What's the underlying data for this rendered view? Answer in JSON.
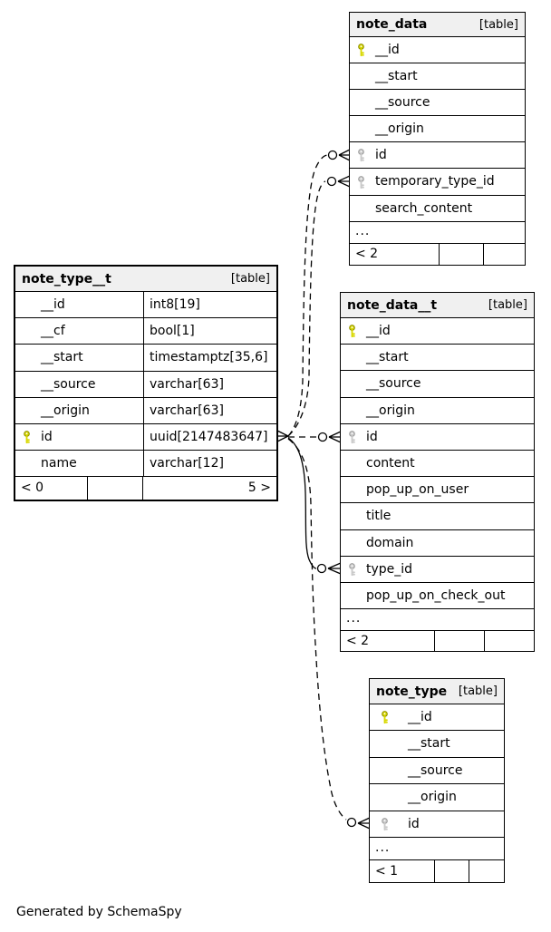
{
  "footer_note": "Generated by SchemaSpy",
  "colors": {
    "primary_key": "#d8d800",
    "primary_key_outline": "#8f8f00",
    "foreign_key": "#c9c9c9",
    "foreign_key_outline": "#9e9e9e",
    "header_bg": "#f0f0f0",
    "line": "#000000"
  },
  "tables": [
    {
      "name": "note_data",
      "badge": "[table]",
      "columns": [
        {
          "name": "__id",
          "key": "primary"
        },
        {
          "name": "__start",
          "key": "none"
        },
        {
          "name": "__source",
          "key": "none"
        },
        {
          "name": "__origin",
          "key": "none"
        },
        {
          "name": "id",
          "key": "foreign"
        },
        {
          "name": "temporary_type_id",
          "key": "foreign"
        },
        {
          "name": "search_content",
          "key": "none"
        }
      ],
      "truncated": "...",
      "footer": [
        "< 2",
        "",
        ""
      ]
    },
    {
      "name": "note_type__t",
      "badge": "[table]",
      "columns": [
        {
          "name": "__id",
          "key": "none",
          "type": "int8[19]"
        },
        {
          "name": "__cf",
          "key": "none",
          "type": "bool[1]"
        },
        {
          "name": "__start",
          "key": "none",
          "type": "timestamptz[35,6]"
        },
        {
          "name": "__source",
          "key": "none",
          "type": "varchar[63]"
        },
        {
          "name": "__origin",
          "key": "none",
          "type": "varchar[63]"
        },
        {
          "name": "id",
          "key": "primary",
          "type": "uuid[2147483647]"
        },
        {
          "name": "name",
          "key": "none",
          "type": "varchar[12]"
        }
      ],
      "footer": [
        "< 0",
        "",
        "5 >"
      ]
    },
    {
      "name": "note_data__t",
      "badge": "[table]",
      "columns": [
        {
          "name": "__id",
          "key": "primary"
        },
        {
          "name": "__start",
          "key": "none"
        },
        {
          "name": "__source",
          "key": "none"
        },
        {
          "name": "__origin",
          "key": "none"
        },
        {
          "name": "id",
          "key": "foreign"
        },
        {
          "name": "content",
          "key": "none"
        },
        {
          "name": "pop_up_on_user",
          "key": "none"
        },
        {
          "name": "title",
          "key": "none"
        },
        {
          "name": "domain",
          "key": "none"
        },
        {
          "name": "type_id",
          "key": "foreign"
        },
        {
          "name": "pop_up_on_check_out",
          "key": "none"
        }
      ],
      "truncated": "...",
      "footer": [
        "< 2",
        "",
        ""
      ]
    },
    {
      "name": "note_type",
      "badge": "[table]",
      "columns": [
        {
          "name": "__id",
          "key": "primary"
        },
        {
          "name": "__start",
          "key": "none"
        },
        {
          "name": "__source",
          "key": "none"
        },
        {
          "name": "__origin",
          "key": "none"
        },
        {
          "name": "id",
          "key": "foreign"
        }
      ],
      "truncated": "...",
      "footer": [
        "< 1",
        "",
        ""
      ]
    }
  ],
  "relationships": [
    {
      "from": "note_type__t.id",
      "to": "note_data.id",
      "style": "dashed"
    },
    {
      "from": "note_type__t.id",
      "to": "note_data.temporary_type_id",
      "style": "dashed"
    },
    {
      "from": "note_type__t.id",
      "to": "note_data__t.id",
      "style": "dashed"
    },
    {
      "from": "note_type__t.id",
      "to": "note_data__t.type_id",
      "style": "solid"
    },
    {
      "from": "note_type__t.id",
      "to": "note_type.id",
      "style": "dashed"
    }
  ]
}
